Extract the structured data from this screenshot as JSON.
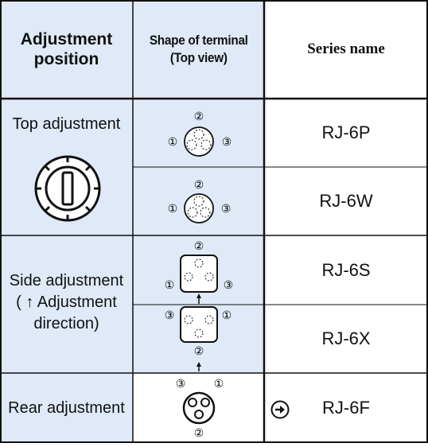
{
  "header": {
    "adjustment_position_line1": "Adjustment",
    "adjustment_position_line2": "position",
    "shape_line1": "Shape of terminal",
    "shape_line2": "(Top view)",
    "series_name": "Series name"
  },
  "positions": {
    "top": "Top adjustment",
    "side_line1": "Side adjustment",
    "side_line2": "( ↑ Adjustment",
    "side_line3": "direction)",
    "rear": "Rear adjustment"
  },
  "series": [
    "RJ-6P",
    "RJ-6W",
    "RJ-6S",
    "RJ-6X",
    "RJ-6F"
  ],
  "terminal_labels": {
    "one": "①",
    "two": "②",
    "three": "③"
  },
  "colors": {
    "cell_blue": "#dfe9f7",
    "border": "#111111"
  },
  "icons": {
    "arrow": "circled-right-arrow-icon"
  }
}
